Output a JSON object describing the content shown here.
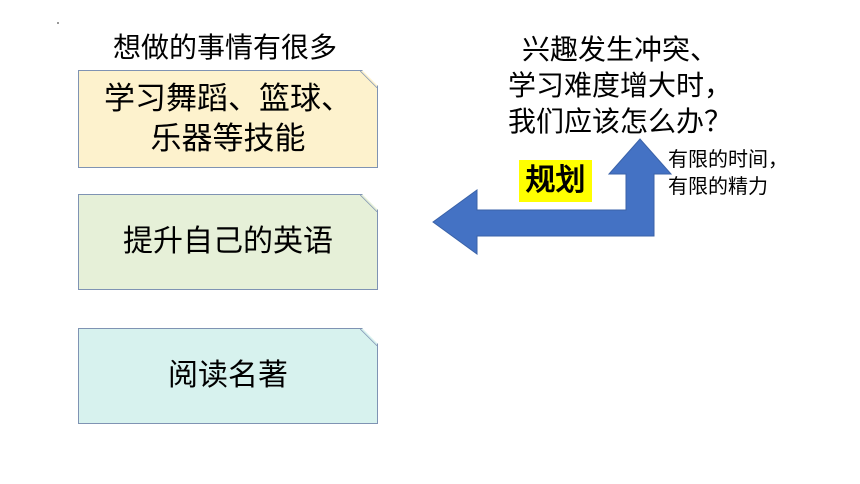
{
  "heading": "想做的事情有很多",
  "cards": [
    {
      "lines": [
        "学习舞蹈、篮球、",
        "乐器等技能"
      ],
      "color": "#fdf2cd"
    },
    {
      "lines": [
        "提升自己的英语"
      ],
      "color": "#e6f0d8"
    },
    {
      "lines": [
        "阅读名著"
      ],
      "color": "#d7f2ee"
    }
  ],
  "question": {
    "lines": [
      "兴趣发生冲突、",
      "学习难度增大时，",
      "我们应该怎么办？"
    ]
  },
  "arrow": {
    "label": "规划",
    "label_highlight": "#ffff00",
    "color": "#4472c4"
  },
  "limits": {
    "lines": [
      "有限的时间，",
      "有限的精力"
    ]
  }
}
